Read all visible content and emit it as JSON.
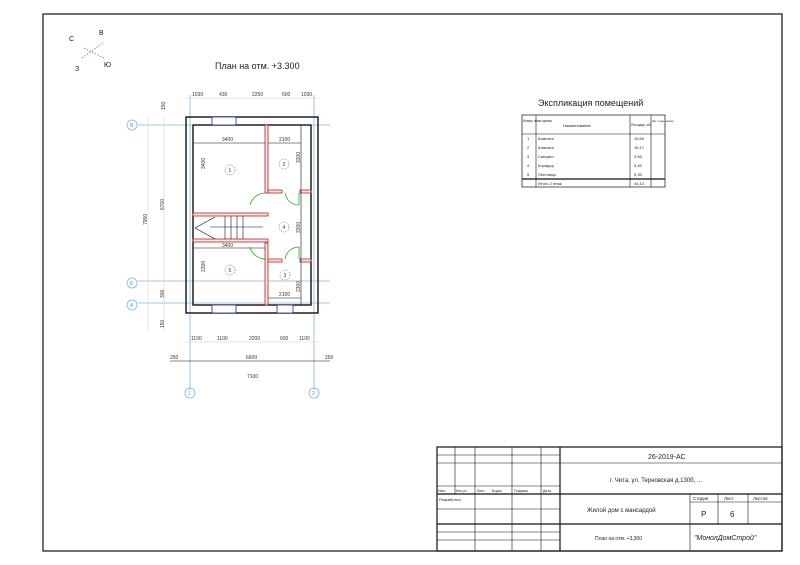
{
  "compass": {
    "labels": [
      "С",
      "В",
      "З",
      "Ю"
    ]
  },
  "plan": {
    "title": "План на отм. +3.300",
    "top_dims": [
      "1030",
      "430",
      "2250",
      "600",
      "1030"
    ],
    "bottom_dims": [
      "1100",
      "1100",
      "2200",
      "600",
      "1100"
    ],
    "overall_dims": [
      "250",
      "6600",
      "250"
    ],
    "total_dim": "7100",
    "left_dims": [
      "150",
      "7950",
      "6700",
      "300",
      "150"
    ],
    "room_dims": [
      "3400",
      "2100",
      "3400",
      "2100",
      "3400",
      "3300",
      "3300",
      "2300",
      "2300"
    ],
    "room_marks": [
      "1",
      "2",
      "3",
      "4",
      "5"
    ],
    "axis_labels": {
      "horizontal": [
        "В",
        "Б",
        "А"
      ],
      "vertical": [
        "1",
        "2"
      ]
    }
  },
  "explication": {
    "title": "Экспликация помещений",
    "headers": [
      "Номер поме-щения",
      "Наименование",
      "Площадь, м2",
      "Кат. поме-щения"
    ],
    "rows": [
      [
        "1",
        "Комната",
        "15,60",
        ""
      ],
      [
        "2",
        "Комната",
        "16,17",
        ""
      ],
      [
        "3",
        "Санузел",
        "3,56",
        ""
      ],
      [
        "4",
        "Коридор",
        "3,45",
        ""
      ],
      [
        "5",
        "Лестница",
        "5,35",
        ""
      ]
    ],
    "total": [
      "",
      "Итого 2 этаж",
      "44,13",
      ""
    ]
  },
  "title_block": {
    "code": "26-2019-АС",
    "address": "г. Чита, ул. Терновская д.130б, ...",
    "header_labels": [
      "Изм.",
      "Кол.уч",
      "Лист",
      "№док",
      "Подпись",
      "Дата"
    ],
    "developer_label": "Разработал",
    "building": "Жилой дом с мансардой",
    "stage_label": "Стадия",
    "sheet_label": "Лист",
    "sheets_label": "Листов",
    "stage": "Р",
    "sheet": "6",
    "sheets": "",
    "drawing": "План на отм. +3,300",
    "company": "\"МонолДомСтрой\""
  }
}
